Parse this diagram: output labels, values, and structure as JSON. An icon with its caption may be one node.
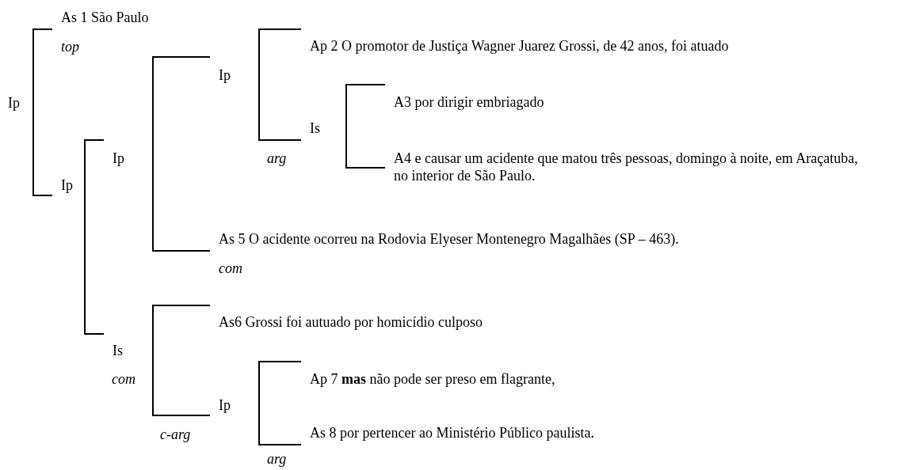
{
  "diagram": {
    "nodes": [
      {
        "text": [
          "Ip"
        ]
      },
      {
        "text": [
          "As 1 São Paulo"
        ]
      },
      {
        "text": [
          "Ip"
        ]
      },
      {
        "text": [
          "Ip"
        ]
      },
      {
        "text": [
          "Ip"
        ]
      },
      {
        "text": [
          "Ap 2 O promotor de Justiça Wagner Juarez Grossi, de 42 anos, foi atuado"
        ]
      },
      {
        "text": [
          "Is"
        ]
      },
      {
        "text": [
          "A3 por dirigir embriagado"
        ]
      },
      {
        "text": [
          "A4 e causar um acidente que matou três pessoas, domingo à noite, em Araçatuba, no interior de São Paulo."
        ]
      },
      {
        "text": [
          "As 5 O acidente ocorreu na Rodovia Elyeser Montenegro Magalhães (SP – 463)."
        ]
      },
      {
        "text": [
          "Is"
        ]
      },
      {
        "text": [
          "As6 Grossi foi autuado por homicídio culposo"
        ]
      },
      {
        "text": [
          "Ip"
        ]
      },
      {
        "text": [
          "Ap 7 **mas** não pode ser preso em flagrante,"
        ]
      },
      {
        "text": [
          "As 8 por pertencer ao Ministério Público paulista."
        ]
      }
    ],
    "edges": [
      {
        "from": 0,
        "to": 1,
        "arrow": "none",
        "label": "top"
      },
      {
        "from": 0,
        "to": 2,
        "arrow": "none"
      },
      {
        "from": 2,
        "to": 3,
        "arrow": "none"
      },
      {
        "from": 2,
        "to": 10,
        "arrow": "none",
        "label": "com"
      },
      {
        "from": 3,
        "to": 4,
        "arrow": "none"
      },
      {
        "from": 3,
        "to": 9,
        "arrow": "none",
        "label": "com"
      },
      {
        "from": 4,
        "to": 5,
        "arrow": "none"
      },
      {
        "from": 4,
        "to": 6,
        "arrow": "none",
        "label": "arg"
      },
      {
        "from": 6,
        "to": 7,
        "arrow": "none"
      },
      {
        "from": 6,
        "to": 8,
        "arrow": "none"
      },
      {
        "from": 10,
        "to": 11,
        "arrow": "none"
      },
      {
        "from": 10,
        "to": 12,
        "arrow": "none",
        "label": "c-arg"
      },
      {
        "from": 12,
        "to": 13,
        "arrow": "none"
      },
      {
        "from": 12,
        "to": 14,
        "arrow": "none",
        "label": "arg"
      }
    ]
  }
}
